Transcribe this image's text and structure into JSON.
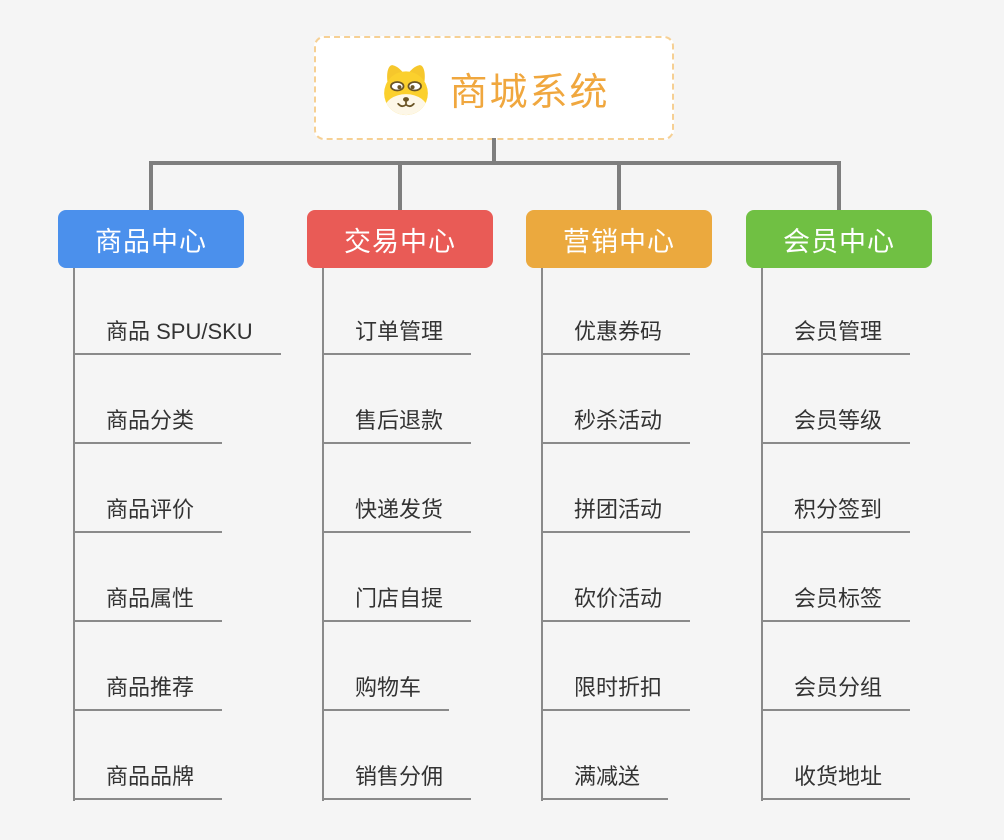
{
  "root": {
    "title": "商城系统",
    "icon": "doge-face-icon",
    "title_color": "#f0a73e",
    "border_color": "#f6d094"
  },
  "colors": {
    "background": "#f5f5f5",
    "connector": "#7e7e7e",
    "leaf_line": "#8a8a8a",
    "leaf_text": "#333333"
  },
  "branches": [
    {
      "label": "商品中心",
      "color": "#4b90ec",
      "items": [
        "商品 SPU/SKU",
        "商品分类",
        "商品评价",
        "商品属性",
        "商品推荐",
        "商品品牌"
      ]
    },
    {
      "label": "交易中心",
      "color": "#e95b56",
      "items": [
        "订单管理",
        "售后退款",
        "快递发货",
        "门店自提",
        "购物车",
        "销售分佣"
      ]
    },
    {
      "label": "营销中心",
      "color": "#eba93e",
      "items": [
        "优惠券码",
        "秒杀活动",
        "拼团活动",
        "砍价活动",
        "限时折扣",
        "满减送"
      ]
    },
    {
      "label": "会员中心",
      "color": "#70c043",
      "items": [
        "会员管理",
        "会员等级",
        "积分签到",
        "会员标签",
        "会员分组",
        "收货地址"
      ]
    }
  ]
}
